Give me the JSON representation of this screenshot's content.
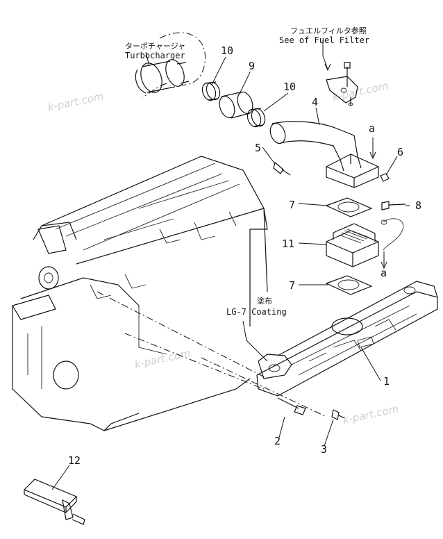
{
  "labels": {
    "turbo_jp": "ターボチャージャ",
    "turbo_en": "Turbocharger",
    "fuel_jp": "フュエルフィルタ参照",
    "fuel_en": "See of Fuel Filter",
    "coat_jp": "塗布",
    "coat_en": "LG-7 Coating"
  },
  "callouts": {
    "c1": "1",
    "c2": "2",
    "c3": "3",
    "c4": "4",
    "c5": "5",
    "c6": "6",
    "c7a": "7",
    "c7b": "7",
    "c8": "8",
    "c9": "9",
    "c10a": "10",
    "c10b": "10",
    "c11": "11",
    "c12": "12",
    "a_top": "a",
    "a_bottom": "a"
  },
  "watermark": {
    "w1": "k-part.com",
    "w2": "k-part.com",
    "w3": "k-part.com",
    "w4": "k-part.com"
  }
}
